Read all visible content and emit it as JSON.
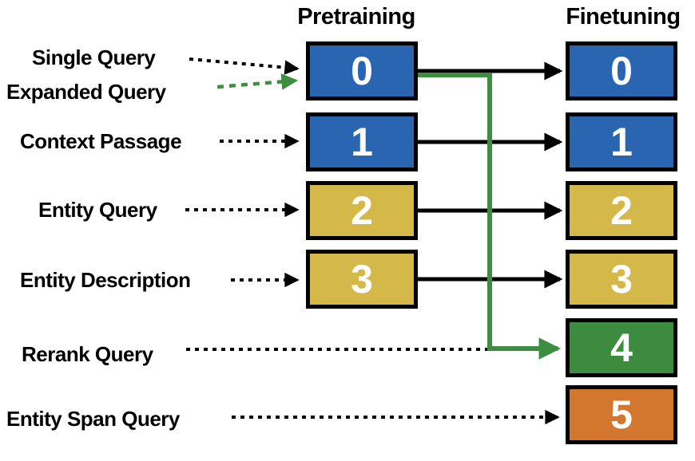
{
  "headers": {
    "pretraining": "Pretraining",
    "finetuning": "Finetuning"
  },
  "row_labels": [
    {
      "text": "Single Query",
      "target": "pretraining-box-0",
      "arrow_style": "dotted-black"
    },
    {
      "text": "Expanded Query",
      "target": "pretraining-box-0",
      "arrow_style": "dashed-green"
    },
    {
      "text": "Context Passage",
      "target": "pretraining-box-1",
      "arrow_style": "dotted-black"
    },
    {
      "text": "Entity Query",
      "target": "pretraining-box-2",
      "arrow_style": "dotted-black"
    },
    {
      "text": "Entity Description",
      "target": "pretraining-box-3",
      "arrow_style": "dotted-black"
    },
    {
      "text": "Rerank Query",
      "target": "finetuning-box-4",
      "arrow_style": "dotted-black"
    },
    {
      "text": "Entity Span Query",
      "target": "finetuning-box-5",
      "arrow_style": "dotted-black"
    }
  ],
  "pretraining_boxes": [
    {
      "num": "0",
      "color": "blue"
    },
    {
      "num": "1",
      "color": "blue"
    },
    {
      "num": "2",
      "color": "yellow"
    },
    {
      "num": "3",
      "color": "yellow"
    }
  ],
  "finetuning_boxes": [
    {
      "num": "0",
      "color": "blue"
    },
    {
      "num": "1",
      "color": "blue"
    },
    {
      "num": "2",
      "color": "yellow"
    },
    {
      "num": "3",
      "color": "yellow"
    },
    {
      "num": "4",
      "color": "green"
    },
    {
      "num": "5",
      "color": "orange"
    }
  ],
  "connections": [
    {
      "from": "pretraining-box-0",
      "to": "finetuning-box-0",
      "style": "solid-black"
    },
    {
      "from": "pretraining-box-1",
      "to": "finetuning-box-1",
      "style": "solid-black"
    },
    {
      "from": "pretraining-box-2",
      "to": "finetuning-box-2",
      "style": "solid-black"
    },
    {
      "from": "pretraining-box-3",
      "to": "finetuning-box-3",
      "style": "solid-black"
    },
    {
      "from": "pretraining-box-0",
      "to": "finetuning-box-4",
      "style": "solid-green-elbow"
    }
  ],
  "colors": {
    "blue": "#2a65b1",
    "yellow": "#d5b84a",
    "green": "#3c8b3e",
    "orange": "#d3772f",
    "arrow_green": "#3e8e41",
    "arrow_black": "#000000",
    "box_text": "#ffffff"
  }
}
